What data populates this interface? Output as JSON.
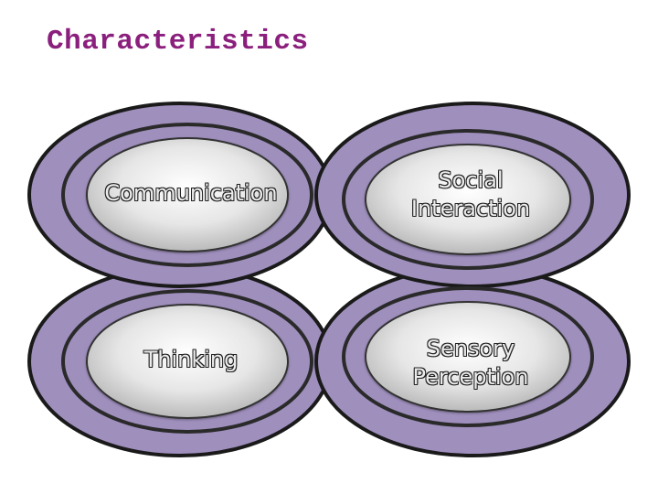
{
  "title": "Characteristics",
  "colors": {
    "title": "#8b1f7d",
    "ring_fill": "#9f8fbd",
    "ring_outline": "#1a1a1a",
    "center_fill_light": "#ffffff",
    "center_fill_dark": "#b9b9b9"
  },
  "cells": [
    {
      "label": "Communication"
    },
    {
      "label": "Social\nInteraction"
    },
    {
      "label": "Thinking"
    },
    {
      "label": "Sensory\nPerception"
    }
  ]
}
